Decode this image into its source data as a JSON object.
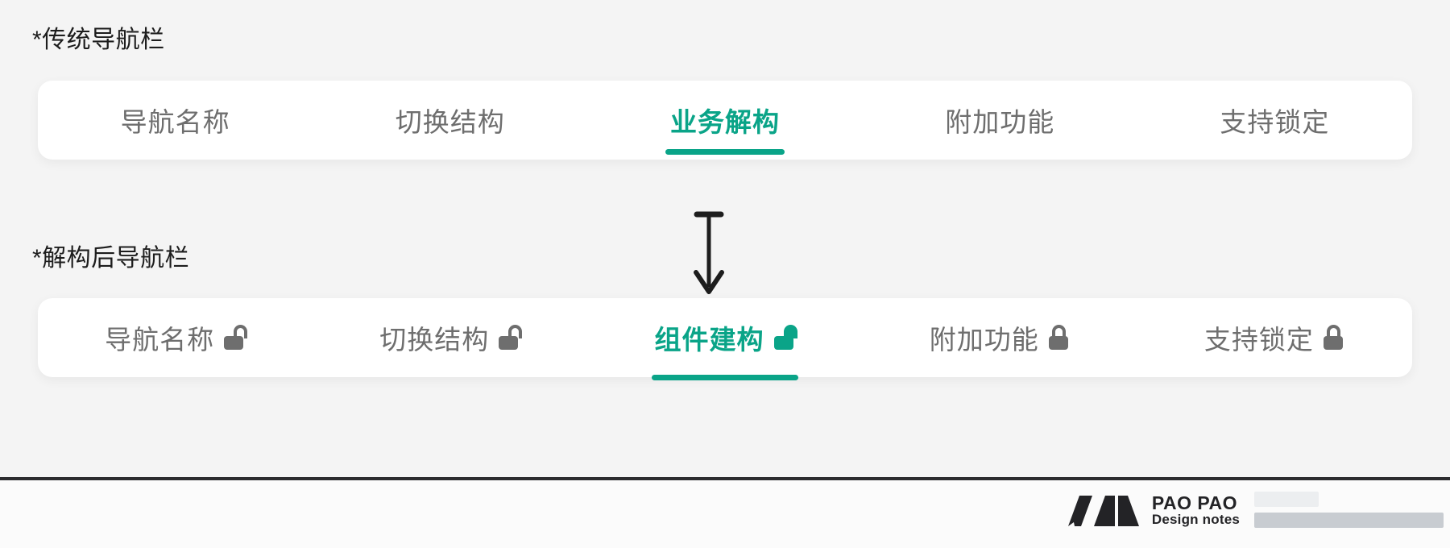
{
  "captions": {
    "before": "*传统导航栏",
    "after": "*解构后导航栏"
  },
  "colors": {
    "accent": "#0aa488",
    "inactive_text": "#6e6e6e",
    "caption_text": "#1d1d1d",
    "page_background": "#f4f4f4",
    "card_background": "#ffffff",
    "divider": "#2b2b2e"
  },
  "nav_before": {
    "items": [
      {
        "label": "导航名称",
        "active": false,
        "lock": null
      },
      {
        "label": "切换结构",
        "active": false,
        "lock": null
      },
      {
        "label": "业务解构",
        "active": true,
        "lock": null
      },
      {
        "label": "附加功能",
        "active": false,
        "lock": null
      },
      {
        "label": "支持锁定",
        "active": false,
        "lock": null
      }
    ]
  },
  "nav_after": {
    "items": [
      {
        "label": "导航名称",
        "active": false,
        "lock": "unlock-icon"
      },
      {
        "label": "切换结构",
        "active": false,
        "lock": "unlock-icon"
      },
      {
        "label": "组件建构",
        "active": true,
        "lock": "unlock-icon"
      },
      {
        "label": "附加功能",
        "active": false,
        "lock": "lock-icon"
      },
      {
        "label": "支持锁定",
        "active": false,
        "lock": "lock-icon"
      }
    ]
  },
  "flow": {
    "arrow": "down-arrow-icon"
  },
  "footer": {
    "brand_name": "PAO PAO",
    "brand_tagline": "Design notes"
  }
}
